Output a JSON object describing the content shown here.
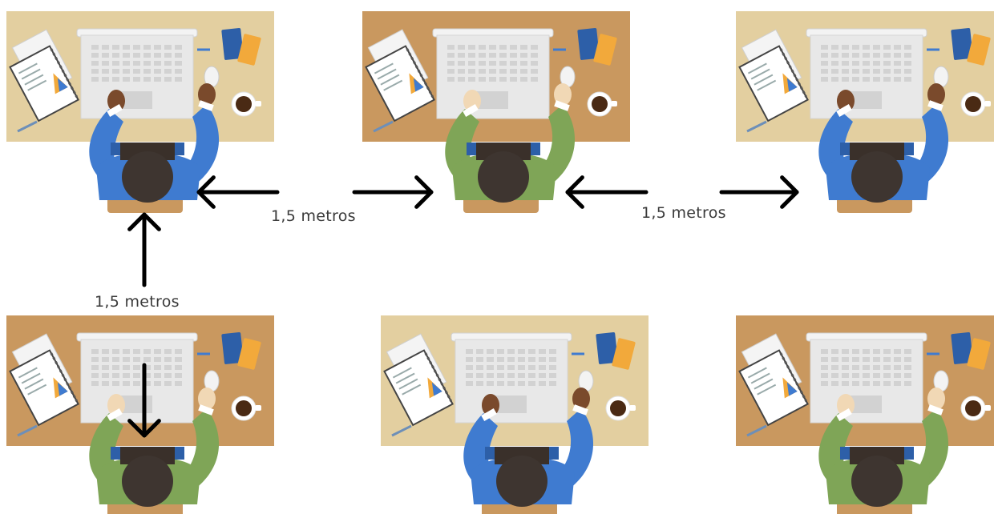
{
  "distance_labels": {
    "top_left": "1,5 metros",
    "top_right": "1,5 metros",
    "vertical": "1,5 metros"
  },
  "workstations": [
    {
      "id": "top-left",
      "shirt": "blue",
      "desk_color": "#e3cfa0",
      "skin": "#7a4a2c"
    },
    {
      "id": "top-center",
      "shirt": "green",
      "desk_color": "#c9985f",
      "skin": "#f1d8b5"
    },
    {
      "id": "top-right",
      "shirt": "blue",
      "desk_color": "#e3cfa0",
      "skin": "#7a4a2c"
    },
    {
      "id": "bottom-left",
      "shirt": "green",
      "desk_color": "#c9985f",
      "skin": "#f1d8b5"
    },
    {
      "id": "bottom-center",
      "shirt": "blue",
      "desk_color": "#e3cfa0",
      "skin": "#7a4a2c"
    },
    {
      "id": "bottom-right",
      "shirt": "green",
      "desk_color": "#c9985f",
      "skin": "#f1d8b5"
    }
  ],
  "colors": {
    "blue_shirt": "#3f7bd0",
    "green_shirt": "#7fa557",
    "hair": "#3e3530",
    "chair": "#c9985f",
    "laptop": "#e8e8e8",
    "arrow": "#000000"
  },
  "icons": [
    "laptop-icon",
    "document-chart-icon",
    "notebook-icon",
    "coffee-cup-icon",
    "pen-icon",
    "mouse-icon"
  ]
}
